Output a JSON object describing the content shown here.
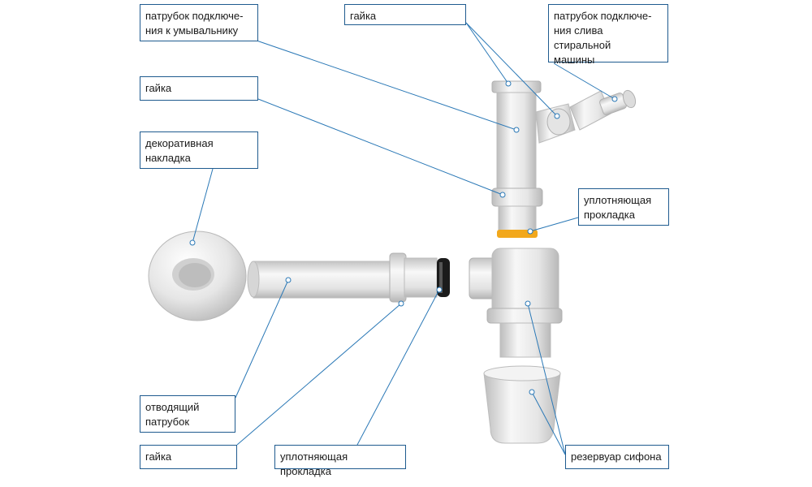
{
  "labels": {
    "inlet_washbasin": "патрубок подключе-\nния к умывальнику",
    "nut_top": "гайка",
    "washer_inlet": "патрубок подключе-\nния слива стиральной\nмашины",
    "nut_left": "гайка",
    "decor_cover": "декоративная\nнакладка",
    "gasket_right": "уплотняющая\nпрокладка",
    "outlet_pipe": "отводящий\nпатрубок",
    "nut_bottom": "гайка",
    "gasket_bottom": "уплотняющая прокладка",
    "reservoir": "резервуар сифона"
  },
  "colors": {
    "leader": "#2a78b6",
    "frame": "#1f5b8f",
    "gasket_yellow": "#f2a81c",
    "gasket_black": "#1b1b1b",
    "plastic": "#ececec"
  }
}
